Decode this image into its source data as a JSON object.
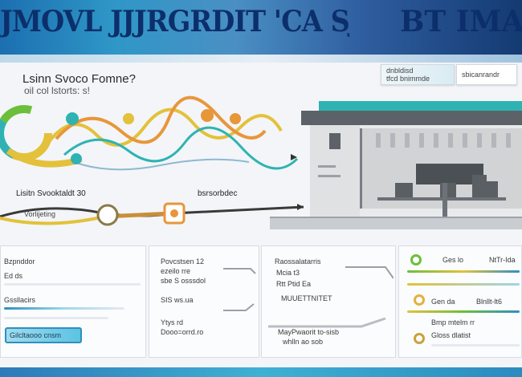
{
  "header": {
    "title": "JMOVL JJJRGRDIT 'CA SJTSOMS'",
    "right_title": "BT IMATOI"
  },
  "info": {
    "title": "Lsinn Svoco Fomne?",
    "subtitle": "oil col lstorts: s!"
  },
  "tags": [
    {
      "label": "dnbldisd",
      "sub": "tfcd bnimmde"
    },
    {
      "label": "sbicanrandr",
      "sub": ""
    }
  ],
  "progress": {
    "label": "Lisitn Svooktaldt 30",
    "marker_label": "bsrsorbdec",
    "sub_label": "Vorlijeting"
  },
  "panels": {
    "p1": {
      "lines": [
        "Bzpnddor",
        "Ed ds",
        "Gssllacirs"
      ],
      "button_label": "Gilcltaooo cnsm"
    },
    "p2": {
      "lines": [
        "Povcstsen 12",
        "ezeilo rre",
        "sbe S osssdol",
        "SIS ws.ua",
        "Ytys rd",
        "Dooo=orrd.ro"
      ]
    },
    "p3": {
      "lines": [
        "Raossalatarris",
        "Mcia t3",
        "Rtt Ptid Ea",
        "MUUETTNITET",
        "MayPwaorit to-sisb",
        "whlln ao sob"
      ]
    },
    "p4": {
      "lines": [
        "Ges lo",
        "NtTr-Ida",
        "Gen  da",
        "Blnllt-lt6",
        "Bmp mtelm rr",
        "Gloss dlatist"
      ]
    }
  },
  "colors": {
    "teal": "#2fb3b2",
    "orange": "#e8963a",
    "yellow": "#e3c13a",
    "green": "#6bbf3a",
    "blue": "#2f8fc0",
    "navy": "#0c2f6b"
  }
}
